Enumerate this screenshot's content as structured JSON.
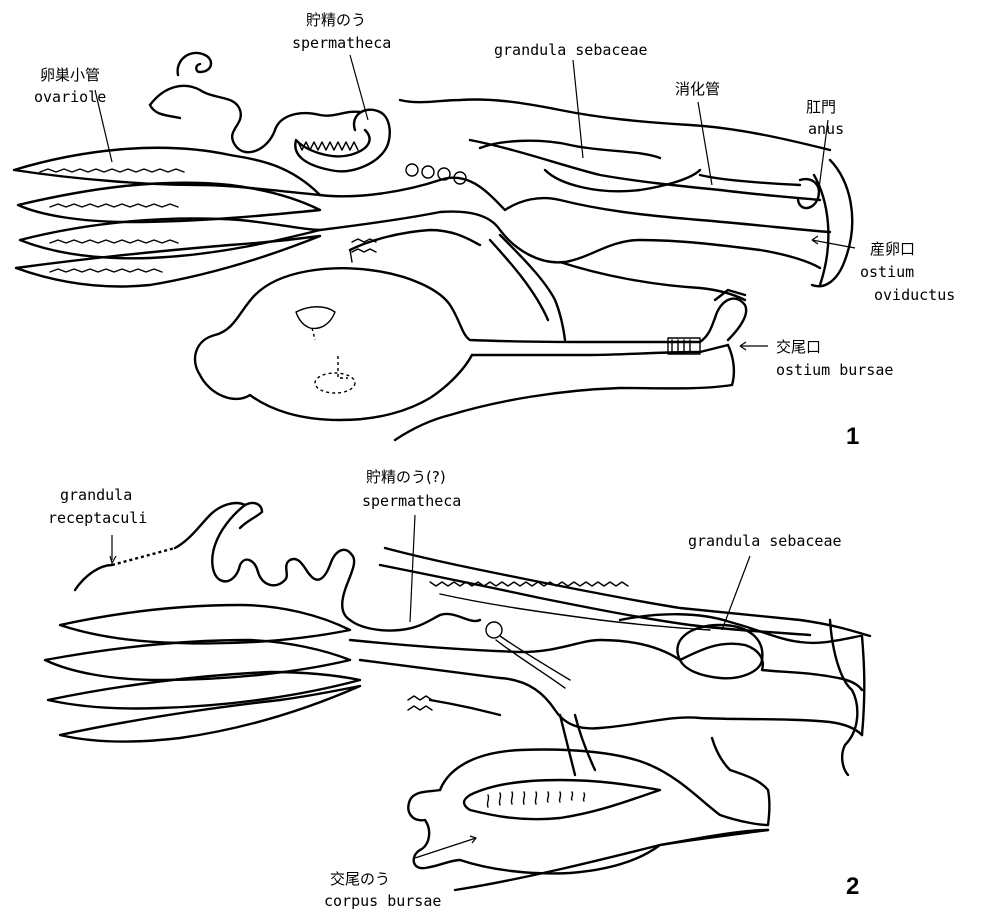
{
  "figure1": {
    "number": "1",
    "labels": {
      "spermatheca_jp": "貯精のう",
      "spermatheca": "spermatheca",
      "ovariole_jp": "卵巣小管",
      "ovariole": "ovariole",
      "grandula_sebaceae": "grandula sebaceae",
      "digestive_jp": "消化管",
      "anus_jp": "肛門",
      "anus": "anus",
      "ostium_oviductus_jp": "産卵口",
      "ostium_oviductus_1": "ostium",
      "ostium_oviductus_2": "oviductus",
      "ostium_bursae_jp": "交尾口",
      "ostium_bursae": "ostium bursae"
    }
  },
  "figure2": {
    "number": "2",
    "labels": {
      "grandula_receptaculi_1": "grandula",
      "grandula_receptaculi_2": "receptaculi",
      "spermatheca_jp": "貯精のう(?)",
      "spermatheca": "spermatheca",
      "grandula_sebaceae": "grandula sebaceae",
      "corpus_bursae_jp": "交尾のう",
      "corpus_bursae": "corpus bursae"
    }
  }
}
